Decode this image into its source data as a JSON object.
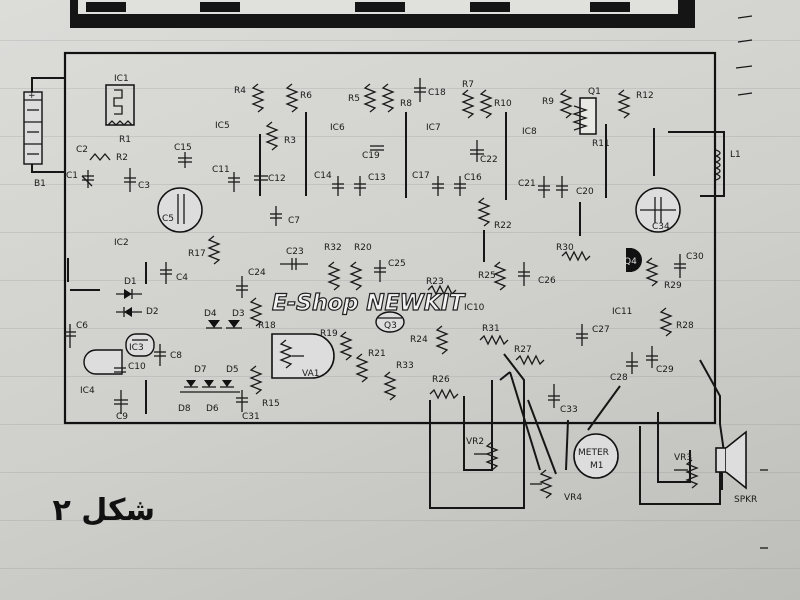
{
  "caption": "شکل ۲",
  "watermark": "E-Shop NEWKIT",
  "components": {
    "b1": "B1",
    "ic1": "IC1",
    "r1": "R1",
    "r2": "R2",
    "c1": "C1",
    "c2": "C2",
    "c3": "C3",
    "r4": "R4",
    "r6": "R6",
    "ic5": "IC5",
    "c15": "C15",
    "r3": "R3",
    "c11": "C11",
    "c12": "C12",
    "c5": "C5",
    "c7": "C7",
    "r5": "R5",
    "r8": "R8",
    "c18": "C18",
    "ic6": "IC6",
    "c19": "C19",
    "c14": "C14",
    "c13": "C13",
    "r7": "R7",
    "r10": "R10",
    "ic7": "IC7",
    "c22": "C22",
    "c17": "C17",
    "c16": "C16",
    "r9": "R9",
    "q1": "Q1",
    "r11": "R11",
    "r12": "R12",
    "ic8": "IC8",
    "c21": "C21",
    "c20": "C20",
    "l1": "L1",
    "c34": "C34",
    "ic2": "IC2",
    "r17": "R17",
    "c4": "C4",
    "c23": "C23",
    "r32": "R32",
    "r20": "R20",
    "c25": "C25",
    "r22": "R22",
    "r30": "R30",
    "q4": "Q4",
    "c30": "C30",
    "d1": "D1",
    "d2": "D2",
    "c24": "C24",
    "r23": "R23",
    "r25": "R25",
    "c26": "C26",
    "r29": "R29",
    "c6": "C6",
    "ic3": "IC3",
    "d4": "D4",
    "d3": "D3",
    "r18": "R18",
    "q3": "Q3",
    "ic10": "IC10",
    "ic11": "IC11",
    "r28": "R28",
    "c8": "C8",
    "c10": "C10",
    "ic4": "IC4",
    "c9": "C9",
    "r19": "R19",
    "va1": "VA1",
    "r21": "R21",
    "r24": "R24",
    "r31": "R31",
    "c27": "C27",
    "d7": "D7",
    "d5": "D5",
    "d8": "D8",
    "d6": "D6",
    "c31": "C31",
    "r15": "R15",
    "r33": "R33",
    "r26": "R26",
    "r27": "R27",
    "c28": "C28",
    "c29": "C29",
    "c33": "C33",
    "vr2": "VR2",
    "meter": "METER",
    "m1": "M1",
    "vr4": "VR4",
    "vr3": "VR3",
    "spkr": "SPKR"
  }
}
